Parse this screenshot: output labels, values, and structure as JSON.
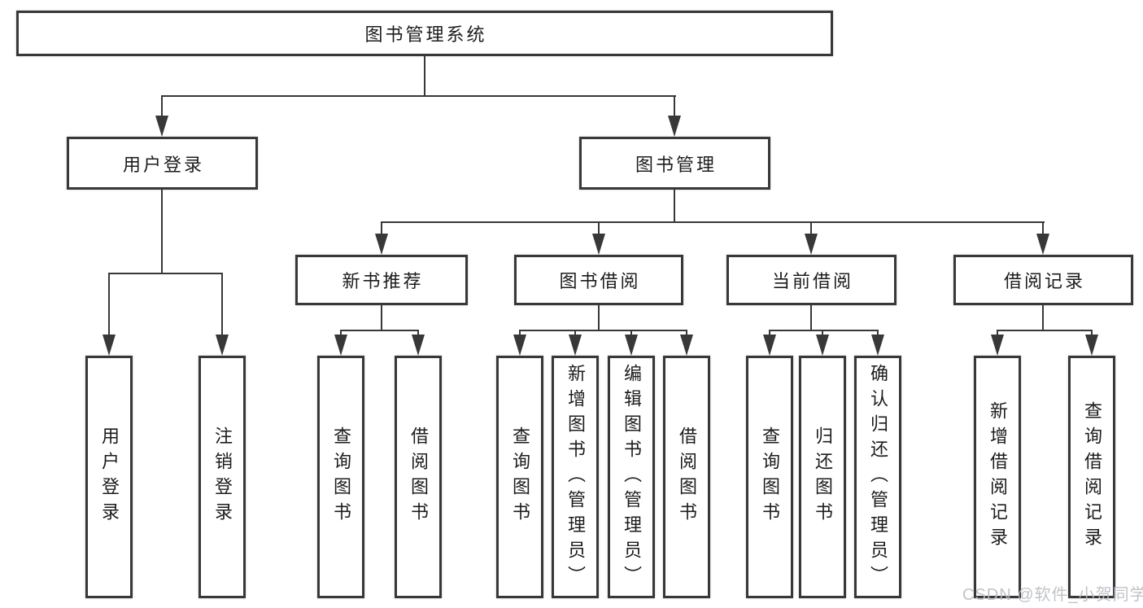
{
  "tree": {
    "root": {
      "label": "图书管理系统"
    },
    "user_login": {
      "label": "用户登录",
      "children": [
        {
          "label": "用户登录"
        },
        {
          "label": "注销登录"
        }
      ]
    },
    "book_management": {
      "label": "图书管理",
      "children": [
        {
          "label": "新书推荐",
          "children": [
            {
              "label": "查询图书"
            },
            {
              "label": "借阅图书"
            }
          ]
        },
        {
          "label": "图书借阅",
          "children": [
            {
              "label": "查询图书"
            },
            {
              "label": "新增图书（管理员）"
            },
            {
              "label": "编辑图书（管理员）"
            },
            {
              "label": "借阅图书"
            }
          ]
        },
        {
          "label": "当前借阅",
          "children": [
            {
              "label": "查询图书"
            },
            {
              "label": "归还图书"
            },
            {
              "label": "确认归还（管理员）"
            }
          ]
        },
        {
          "label": "借阅记录",
          "children": [
            {
              "label": "新增借阅记录"
            },
            {
              "label": "查询借阅记录"
            }
          ]
        }
      ]
    }
  },
  "watermark": {
    "text": "CSDN @软件_小贺同学"
  },
  "colors": {
    "line": "#383838",
    "text": "#1c1c1c",
    "watermark": "#b9bdc3",
    "bg": "#ffffff"
  }
}
